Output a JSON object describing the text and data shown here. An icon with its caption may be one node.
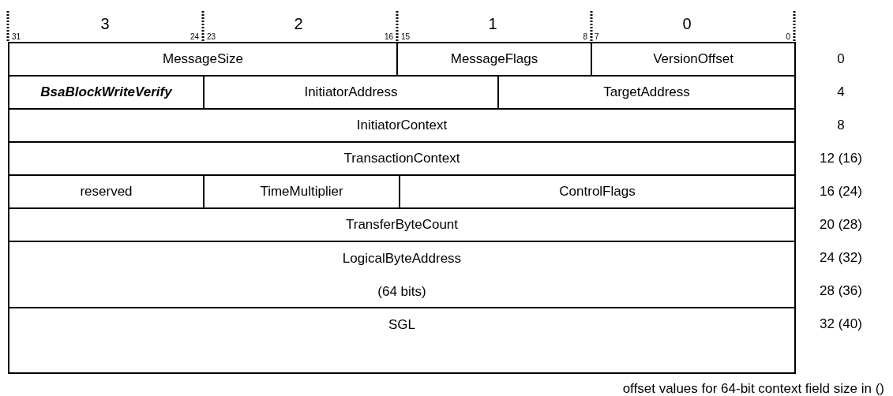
{
  "diagram": {
    "nodes": [
      {
        "text": [
          "MessageSize"
        ]
      },
      {
        "text": [
          "MessageFlags"
        ]
      },
      {
        "text": [
          "VersionOffset"
        ]
      },
      {
        "text": [
          "BsaBlockWriteVerify"
        ]
      },
      {
        "text": [
          "InitiatorAddress"
        ]
      },
      {
        "text": [
          "TargetAddress"
        ]
      },
      {
        "text": [
          "InitiatorContext"
        ]
      },
      {
        "text": [
          "TransactionContext"
        ]
      },
      {
        "text": [
          "reserved"
        ]
      },
      {
        "text": [
          "TimeMultiplier"
        ]
      },
      {
        "text": [
          "ControlFlags"
        ]
      },
      {
        "text": [
          "TransferByteCount"
        ]
      },
      {
        "text": [
          "LogicalByteAddress",
          "(64 bits)"
        ]
      },
      {
        "text": [
          "SGL"
        ]
      }
    ],
    "edges": [],
    "labels": [
      "3",
      "2",
      "1",
      "0",
      "31",
      "24",
      "23",
      "16",
      "15",
      "8",
      "7",
      "0",
      "0",
      "4",
      "8",
      "12 (16)",
      "16 (24)",
      "20 (28)",
      "24 (32)",
      "28 (36)",
      "32 (40)",
      "offset values for 64-bit context field size in ()"
    ]
  }
}
